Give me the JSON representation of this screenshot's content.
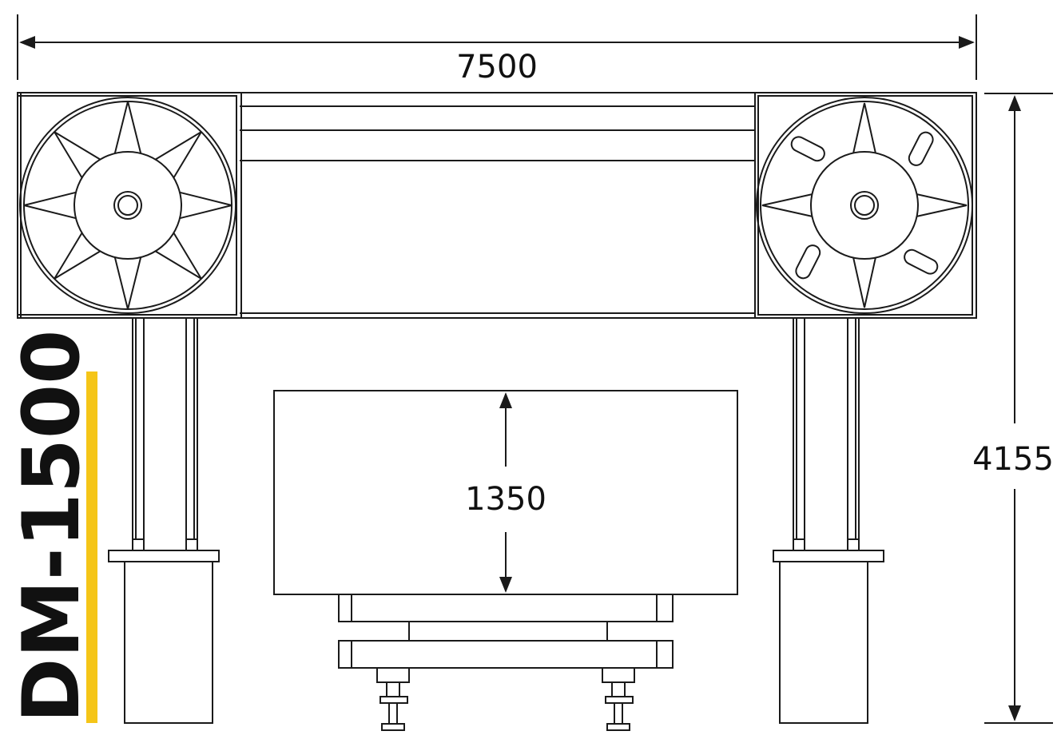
{
  "dimensions": {
    "width": "7500",
    "height": "4155",
    "inner": "1350"
  },
  "model": "DM-1500",
  "colors": {
    "line": "#1a1a1a",
    "accent": "#f5c518"
  }
}
